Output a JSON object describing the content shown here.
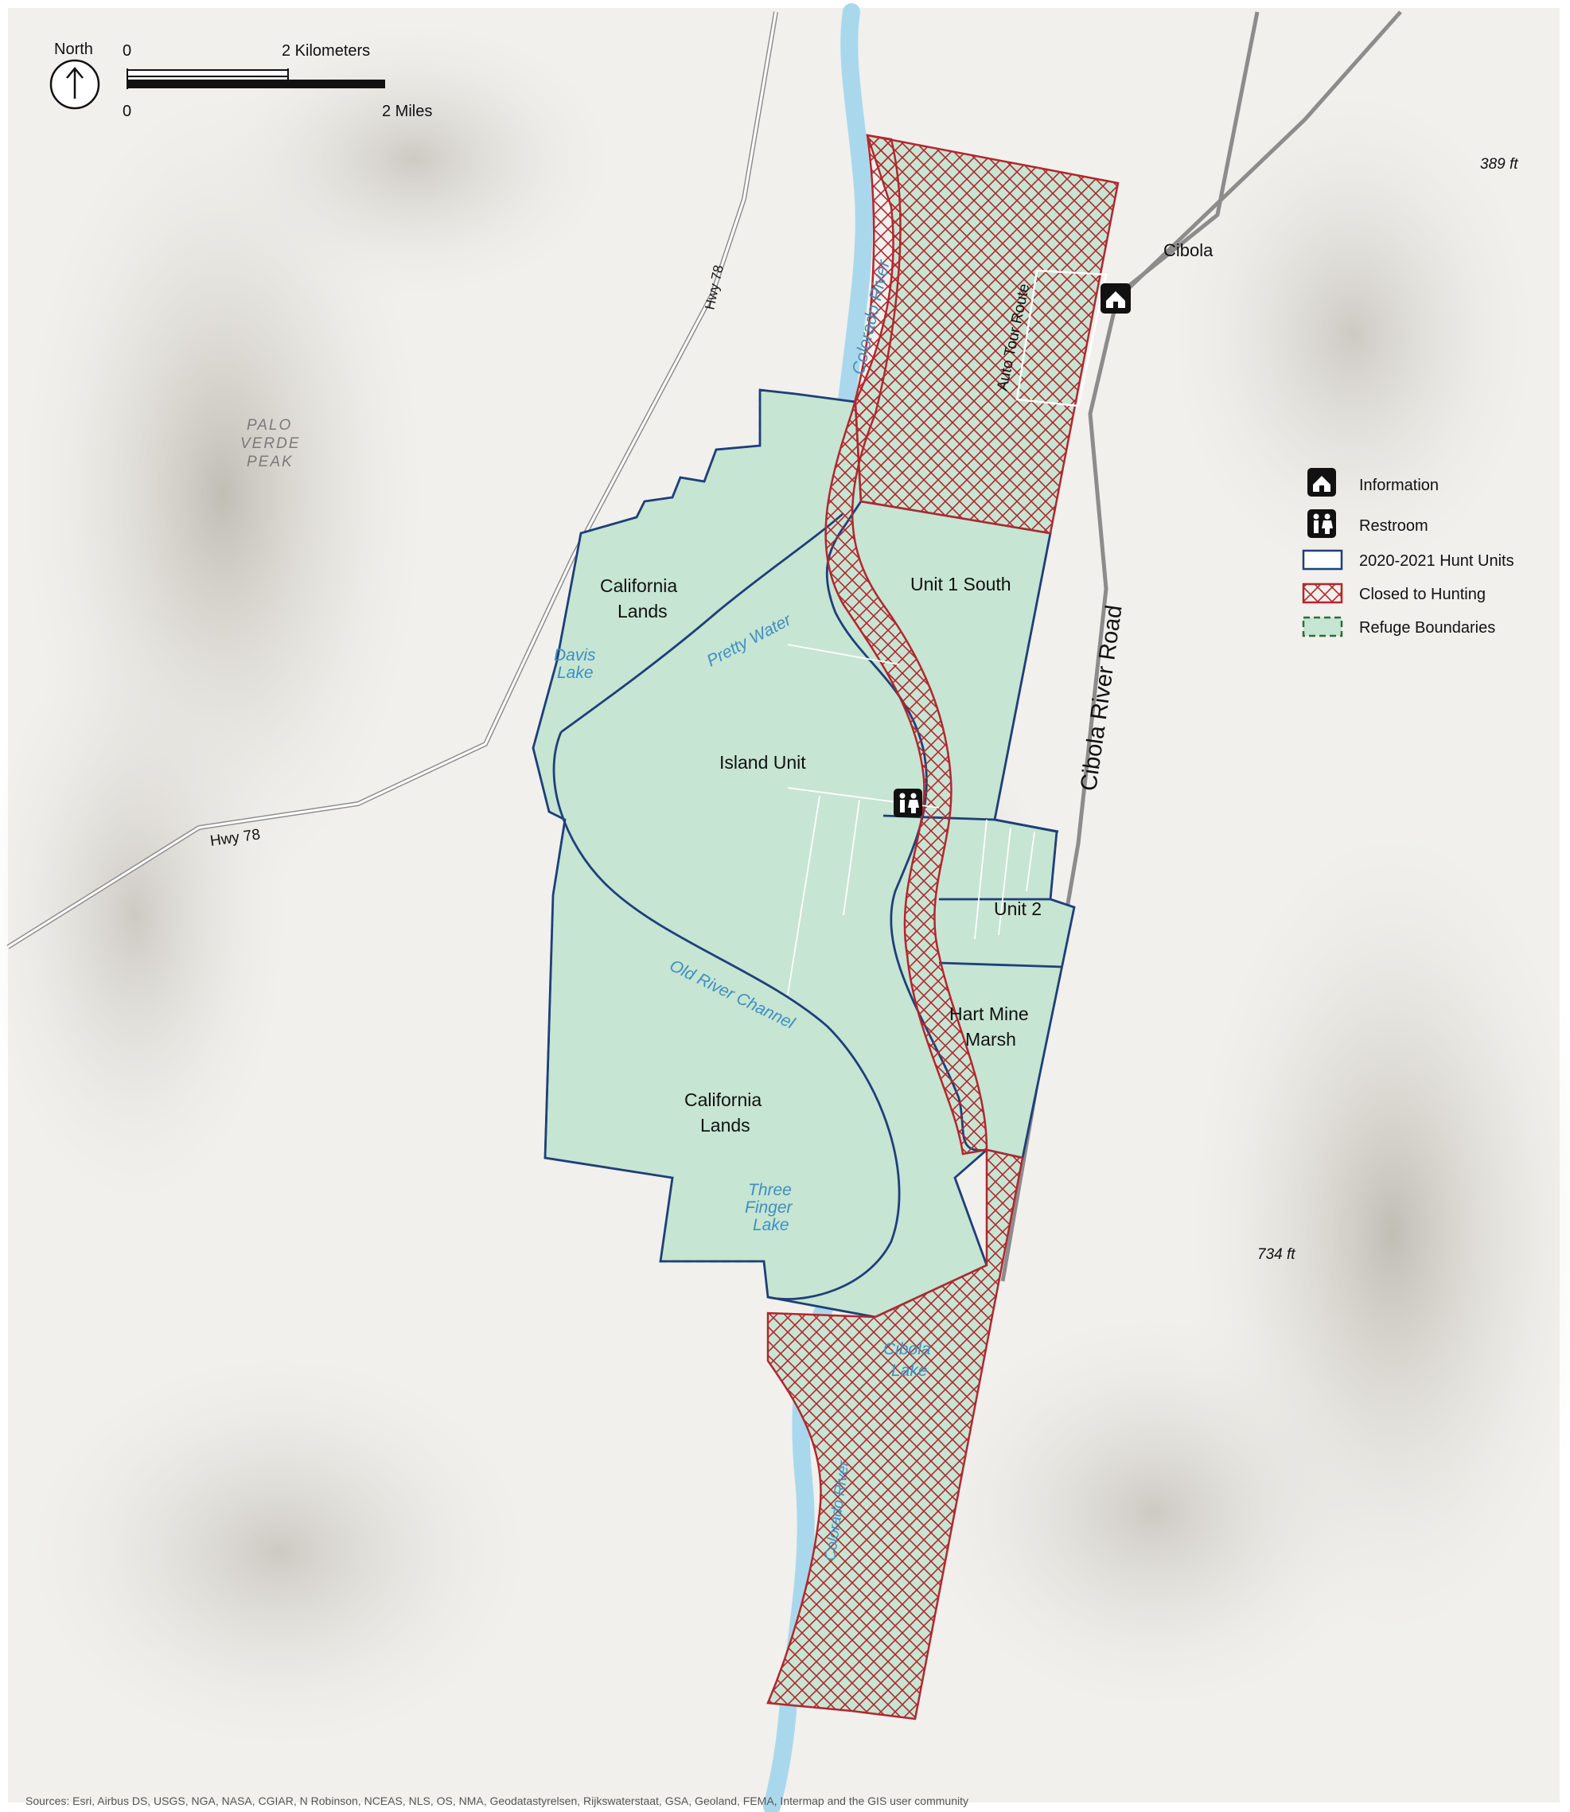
{
  "scale_bar": {
    "north_label": "North",
    "km_zero": "0",
    "km_label": "2 Kilometers",
    "mi_zero": "0",
    "mi_label": "2 Miles"
  },
  "labels": {
    "cibola": "Cibola",
    "elev_389": "389 ft",
    "elev_734": "734 ft",
    "palo_verde_1": "PALO",
    "palo_verde_2": "VERDE",
    "palo_verde_3": "PEAK",
    "hwy78_north": "Hwy 78",
    "hwy78_west": "Hwy 78",
    "colorado_river": "Colorado River",
    "auto_tour_route": "Auto Tour Route",
    "california_lands_north_1": "California",
    "california_lands_north_2": "Lands",
    "davis_lake_1": "Davis",
    "davis_lake_2": "Lake",
    "pretty_water": "Pretty Water",
    "unit1_south": "Unit 1 South",
    "island_unit": "Island Unit",
    "unit2": "Unit 2",
    "hart_mine_marsh_1": "Hart Mine",
    "hart_mine_marsh_2": "Marsh",
    "old_river_channel": "Old River Channel",
    "california_lands_south_1": "California",
    "california_lands_south_2": "Lands",
    "three_finger_lake_1": "Three",
    "three_finger_lake_2": "Finger",
    "three_finger_lake_3": "Lake",
    "cibola_lake_1": "Cibola",
    "cibola_lake_2": "Lake",
    "colorado_river_south": "Colorado River",
    "cibola_river_road": "Cibola River Road"
  },
  "legend": {
    "items": [
      {
        "label": "Information",
        "icon": "information-icon"
      },
      {
        "label": "Restroom",
        "icon": "restroom-icon"
      },
      {
        "label": "2020-2021 Hunt Units",
        "icon": "hunt-units-swatch",
        "color": "#1f3f7a"
      },
      {
        "label": "Closed to Hunting",
        "icon": "closed-hunting-swatch",
        "color": "#b3262e"
      },
      {
        "label": "Refuge Boundaries",
        "icon": "refuge-boundary-swatch",
        "color": "#2e6b3d"
      }
    ]
  },
  "credits": "Sources: Esri, Airbus DS, USGS, NGA, NASA, CGIAR, N Robinson, NCEAS, NLS, OS, NMA, Geodatastyrelsen, Rijkswaterstaat, GSA, Geoland, FEMA, Intermap and the GIS user community",
  "colors": {
    "refuge_fill": "#c6e5d2",
    "hunt_unit_line": "#1f3f7a",
    "closed_line": "#b3262e",
    "refuge_line": "#2e6b3d",
    "river": "#a9d8ec",
    "water_label": "#3e8fc2"
  }
}
